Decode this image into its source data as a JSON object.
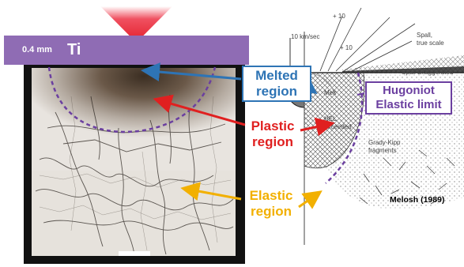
{
  "top_bar": {
    "thickness": "0.4 mm",
    "material": "Ti"
  },
  "labels": {
    "melted": [
      "Melted",
      "region"
    ],
    "plastic": [
      "Plastic",
      "region"
    ],
    "elastic": [
      "Elastic",
      "region"
    ],
    "hugoniot": [
      "Hugoniot",
      "Elastic limit"
    ]
  },
  "citation": "Melosh (1989)",
  "diagram_text": {
    "velocity": "10 km/sec",
    "plus10_a": "+ 10",
    "plus10_b": "+ 10",
    "spall_true_1": "Spall,",
    "spall_true_2": "true scale",
    "spall_exag": "Spall Exaggerated",
    "melt": "Melt",
    "hel_1": "HEL",
    "hel_2": "exceeded",
    "gk_1": "Grady-Kipp",
    "gk_2": "fragments"
  },
  "colors": {
    "ti_bar": "#8f6cb4",
    "melted": "#2e74b5",
    "plastic": "#e02020",
    "elastic": "#f2b000",
    "hugoniot": "#6b3fa0",
    "impactor": "#e8202a"
  }
}
